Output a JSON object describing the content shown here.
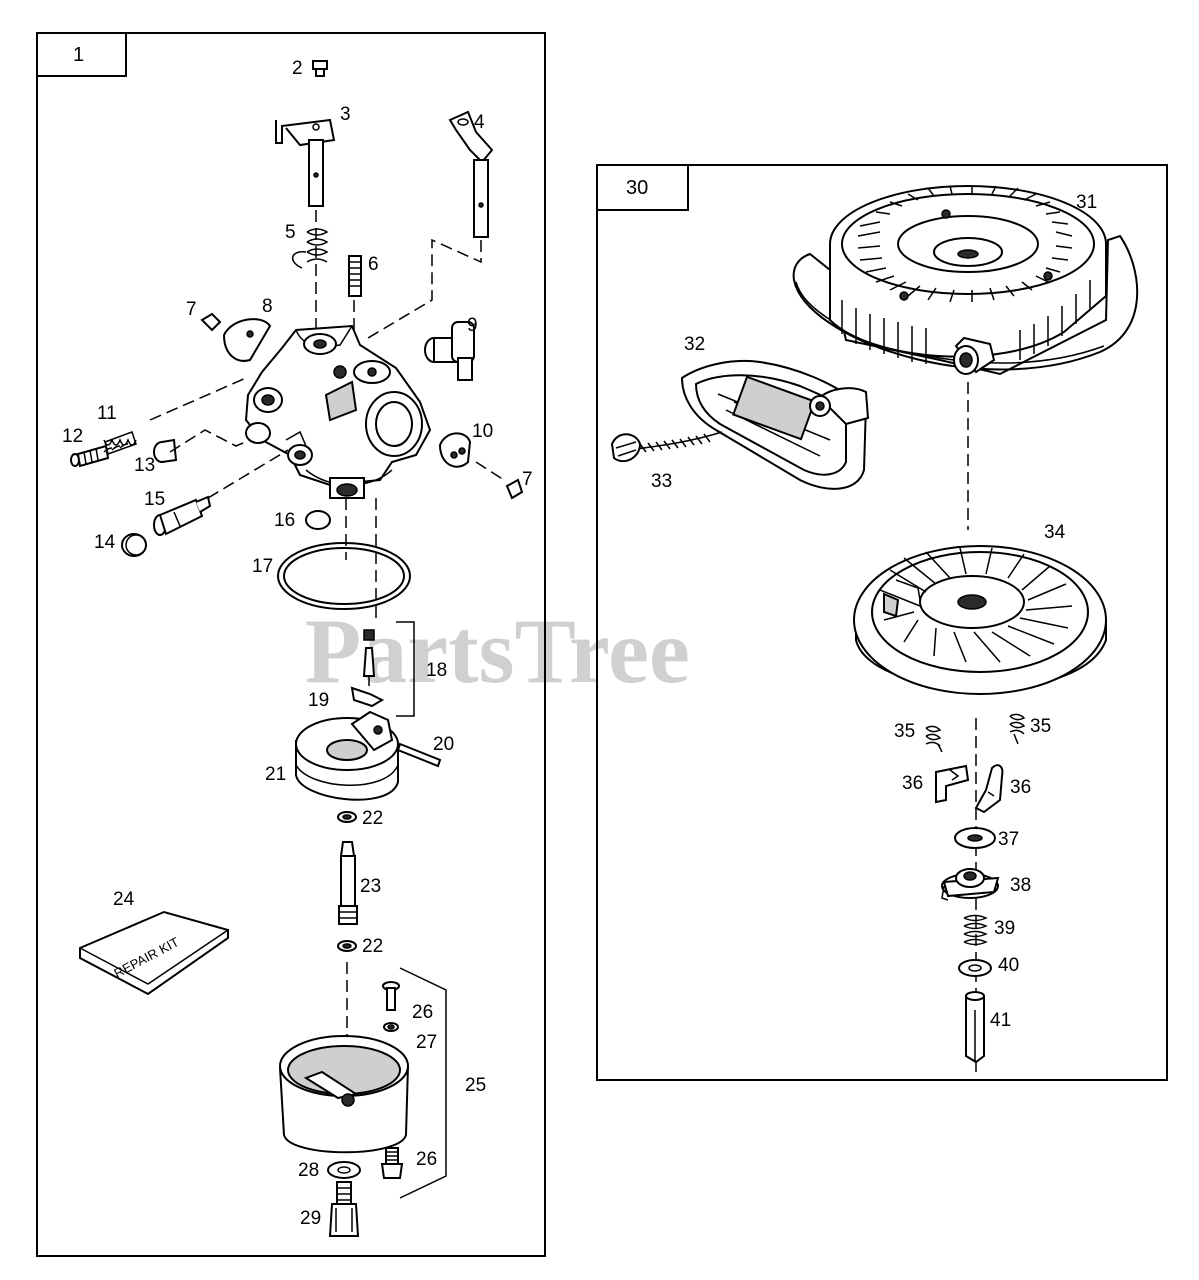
{
  "watermark": "PartsTree",
  "groups": [
    {
      "label": "1"
    },
    {
      "label": "30"
    }
  ],
  "repair_kit_text": "REPAIR KIT",
  "callouts": {
    "c2": "2",
    "c3": "3",
    "c4": "4",
    "c5": "5",
    "c6": "6",
    "c7a": "7",
    "c8": "8",
    "c9": "9",
    "c10": "10",
    "c11": "11",
    "c12": "12",
    "c13": "13",
    "c7b": "7",
    "c14": "14",
    "c15": "15",
    "c16": "16",
    "c17": "17",
    "c18": "18",
    "c19": "19",
    "c20": "20",
    "c21": "21",
    "c22a": "22",
    "c23": "23",
    "c22b": "22",
    "c24": "24",
    "c26a": "26",
    "c27": "27",
    "c25": "25",
    "c28": "28",
    "c26b": "26",
    "c29": "29",
    "c31": "31",
    "c32": "32",
    "c33": "33",
    "c34": "34",
    "c35a": "35",
    "c35b": "35",
    "c36a": "36",
    "c36b": "36",
    "c37": "37",
    "c38": "38",
    "c39": "39",
    "c40": "40",
    "c41": "41"
  }
}
